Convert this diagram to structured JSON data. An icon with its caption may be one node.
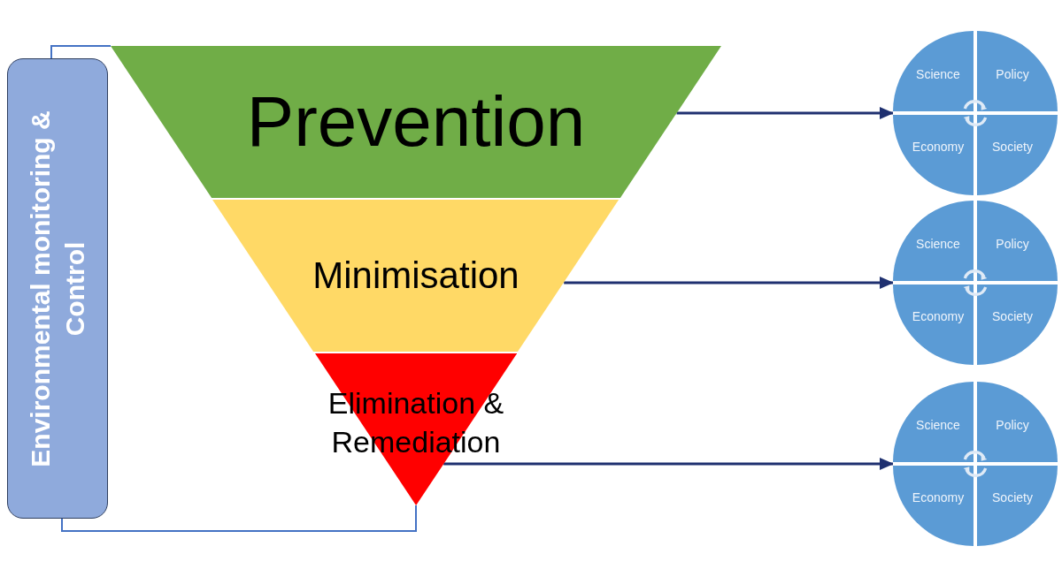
{
  "diagram": {
    "nodes": [
      {
        "text": [
          "Environmental monitoring & Control"
        ]
      },
      {
        "text": [
          "Prevention"
        ]
      },
      {
        "text": [
          "Minimisation"
        ]
      },
      {
        "text": [
          "Elimination & Remediation"
        ]
      },
      {
        "text": [],
        "shape": "circle"
      },
      {
        "text": [
          "Science"
        ],
        "in": 4
      },
      {
        "text": [
          "Policy"
        ],
        "in": 4
      },
      {
        "text": [
          "Economy"
        ],
        "in": 4
      },
      {
        "text": [
          "Society"
        ],
        "in": 4
      },
      {
        "text": [],
        "shape": "circle"
      },
      {
        "text": [
          "Science"
        ],
        "in": 9
      },
      {
        "text": [
          "Policy"
        ],
        "in": 9
      },
      {
        "text": [
          "Economy"
        ],
        "in": 9
      },
      {
        "text": [
          "Society"
        ],
        "in": 9
      },
      {
        "text": [],
        "shape": "circle"
      },
      {
        "text": [
          "Science"
        ],
        "in": 14
      },
      {
        "text": [
          "Policy"
        ],
        "in": 14
      },
      {
        "text": [
          "Economy"
        ],
        "in": 14
      },
      {
        "text": [
          "Society"
        ],
        "in": 14
      }
    ],
    "edges": [
      {
        "from": 0,
        "to": 1,
        "arrow": "none",
        "color": "#4472c4"
      },
      {
        "from": 0,
        "to": 3,
        "arrow": "none",
        "color": "#4472c4"
      },
      {
        "from": 1,
        "to": 4,
        "arrow": "to"
      },
      {
        "from": 2,
        "to": 9,
        "arrow": "to"
      },
      {
        "from": 3,
        "to": 14,
        "arrow": "to"
      }
    ]
  }
}
